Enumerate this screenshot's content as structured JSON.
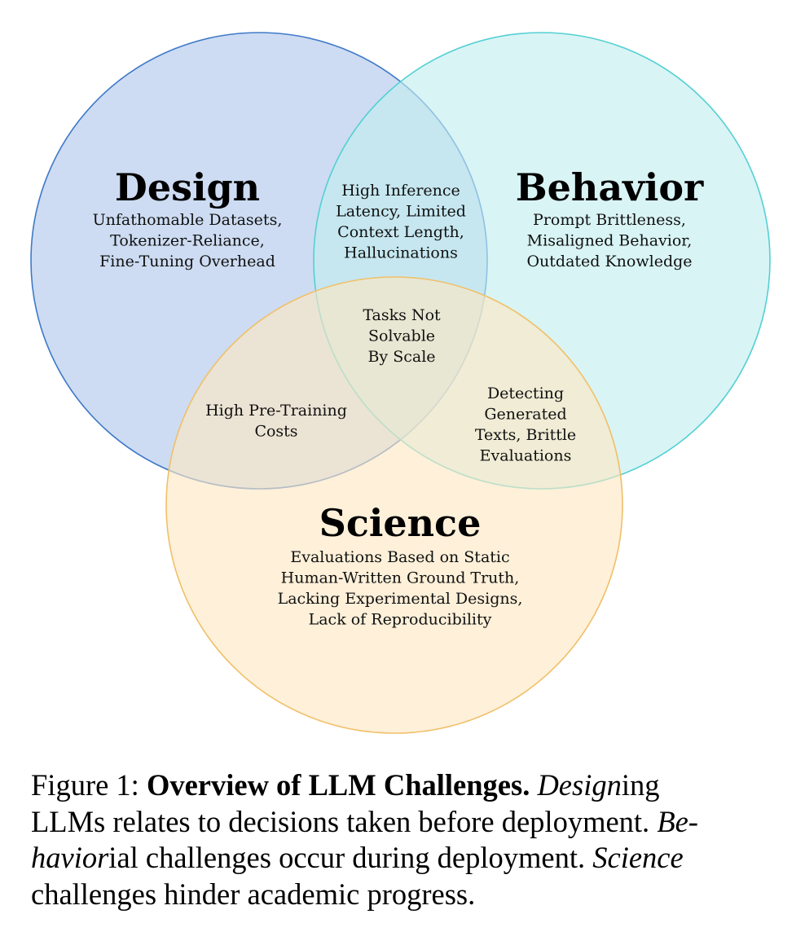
{
  "diagram": {
    "sets": [
      {
        "id": "design",
        "title": "Design",
        "fill": "#aec6ea",
        "stroke": "#3f79c8",
        "lines": [
          "Unfathomable Datasets,",
          "Tokenizer-Reliance,",
          "Fine-Tuning Overhead"
        ]
      },
      {
        "id": "behavior",
        "title": "Behavior",
        "fill": "#c2eeef",
        "stroke": "#53d0d4",
        "lines": [
          "Prompt Brittleness,",
          "Misaligned Behavior,",
          "Outdated Knowledge"
        ]
      },
      {
        "id": "science",
        "title": "Science",
        "fill": "#fde7c2",
        "stroke": "#f0c069",
        "lines": [
          "Evaluations Based on Static",
          "Human-Written Ground Truth,",
          "Lacking Experimental Designs,",
          "Lack of Reproducibility"
        ]
      }
    ],
    "overlaps": {
      "design_behavior": [
        "High Inference",
        "Latency, Limited",
        "Context Length,",
        "Hallucinations"
      ],
      "design_science": [
        "High Pre-Training",
        "Costs"
      ],
      "behavior_science": [
        "Detecting",
        "Generated",
        "Texts, Brittle",
        "Evaluations"
      ],
      "all": [
        "Tasks Not",
        "Solvable",
        "By Scale"
      ]
    }
  },
  "caption": {
    "label": "Figure 1:",
    "title": "Overview of LLM Challenges.",
    "em_design": "Design",
    "text_1": "ing",
    "text_2": "LLMs relates to decisions taken before deployment.",
    "em_behavior_1": "Be-",
    "em_behavior_2": "havior",
    "text_3": "ial challenges occur during deployment.",
    "em_science": "Science",
    "text_4": "challenges hinder academic progress."
  }
}
